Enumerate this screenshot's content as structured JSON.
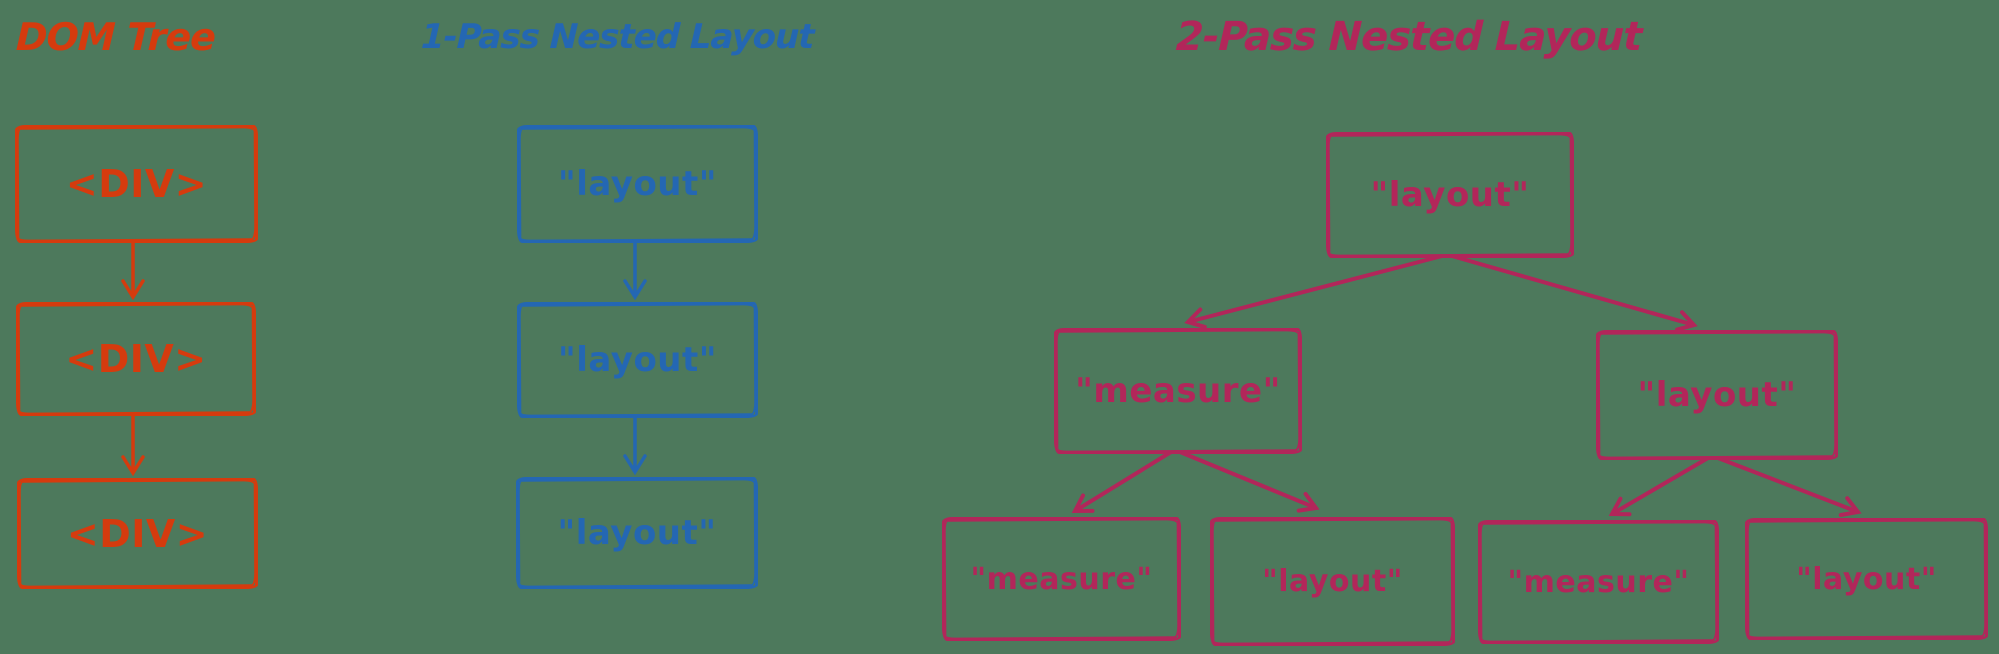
{
  "colors": {
    "background": "#4D795C",
    "orange": "#D53B0E",
    "blue": "#2467B3",
    "pink": "#B2265A"
  },
  "dom_tree": {
    "title": "DOM Tree",
    "nodes": [
      {
        "label": "<DIV>"
      },
      {
        "label": "<DIV>"
      },
      {
        "label": "<DIV>"
      }
    ]
  },
  "one_pass": {
    "title": "1-Pass Nested Layout",
    "nodes": [
      {
        "label": "\"layout\""
      },
      {
        "label": "\"layout\""
      },
      {
        "label": "\"layout\""
      }
    ]
  },
  "two_pass": {
    "title": "2-Pass Nested Layout",
    "root": {
      "label": "\"layout\""
    },
    "children": [
      {
        "label": "\"measure\""
      },
      {
        "label": "\"layout\""
      }
    ],
    "grandchildren": [
      {
        "label": "\"measure\""
      },
      {
        "label": "\"layout\""
      },
      {
        "label": "\"measure\""
      },
      {
        "label": "\"layout\""
      }
    ]
  }
}
